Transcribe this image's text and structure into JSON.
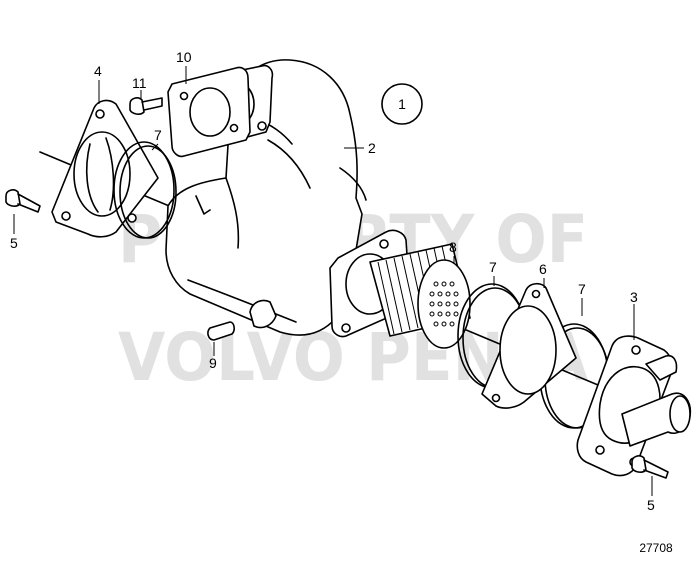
{
  "watermark": [
    "PROPERTY OF",
    "VOLVO PENTA"
  ],
  "diagram_reference": "1",
  "drawing_number": "27708",
  "callouts": [
    "4",
    "11",
    "10",
    "7",
    "2",
    "5",
    "8",
    "7",
    "6",
    "7",
    "3",
    "9",
    "5"
  ],
  "colors": {
    "line": "#000000",
    "background": "#ffffff",
    "watermark": "#c8c8c8"
  }
}
